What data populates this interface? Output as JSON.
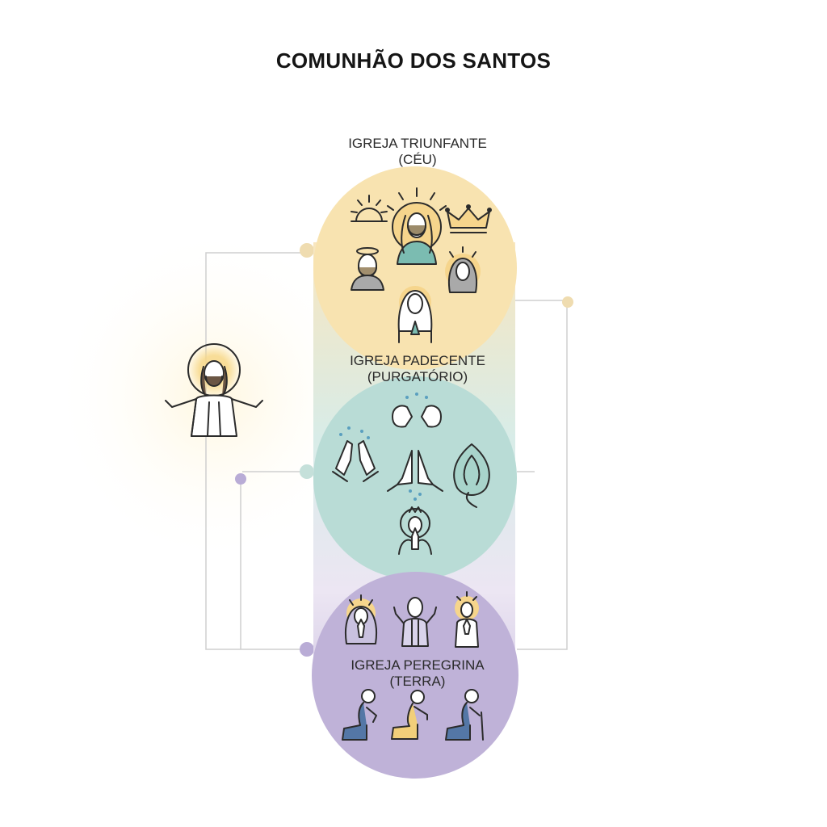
{
  "title": "COMUNHÃO DOS SANTOS",
  "groups": [
    {
      "name": "IGREJA TRIUNFANTE",
      "subtitle": "(CÉU)",
      "color": "#F8E3B0"
    },
    {
      "name": "IGREJA PADECENTE",
      "subtitle": "(PURGATÓRIO)",
      "color": "#B9DCD6"
    },
    {
      "name": "IGREJA PEREGRINA",
      "subtitle": "(TERRA)",
      "color": "#BFB2D8"
    }
  ],
  "colors": {
    "connector": "#c9c9c9",
    "dot_gold": "#efdcb0",
    "dot_teal": "#c5e0da",
    "dot_purple": "#b9acd6",
    "icon_stroke": "#2b2b2b",
    "halo": "#f2c867"
  },
  "icons": {
    "center": "jesus-icon",
    "triunfante": [
      "sun-halo-icon",
      "christ-icon",
      "crown-icon",
      "saint-icon",
      "mary-icon",
      "praying-saint-icon"
    ],
    "padecente": [
      "praying-hands-icon",
      "fists-icon",
      "praying-hands-drops-icon",
      "flame-icon",
      "praying-crowned-icon"
    ],
    "peregrina": [
      "praying-woman-icon",
      "orant-icon",
      "praying-saint-icon",
      "kneeling-man-icon",
      "kneeling-person-icon",
      "kneeling-elder-icon"
    ]
  }
}
